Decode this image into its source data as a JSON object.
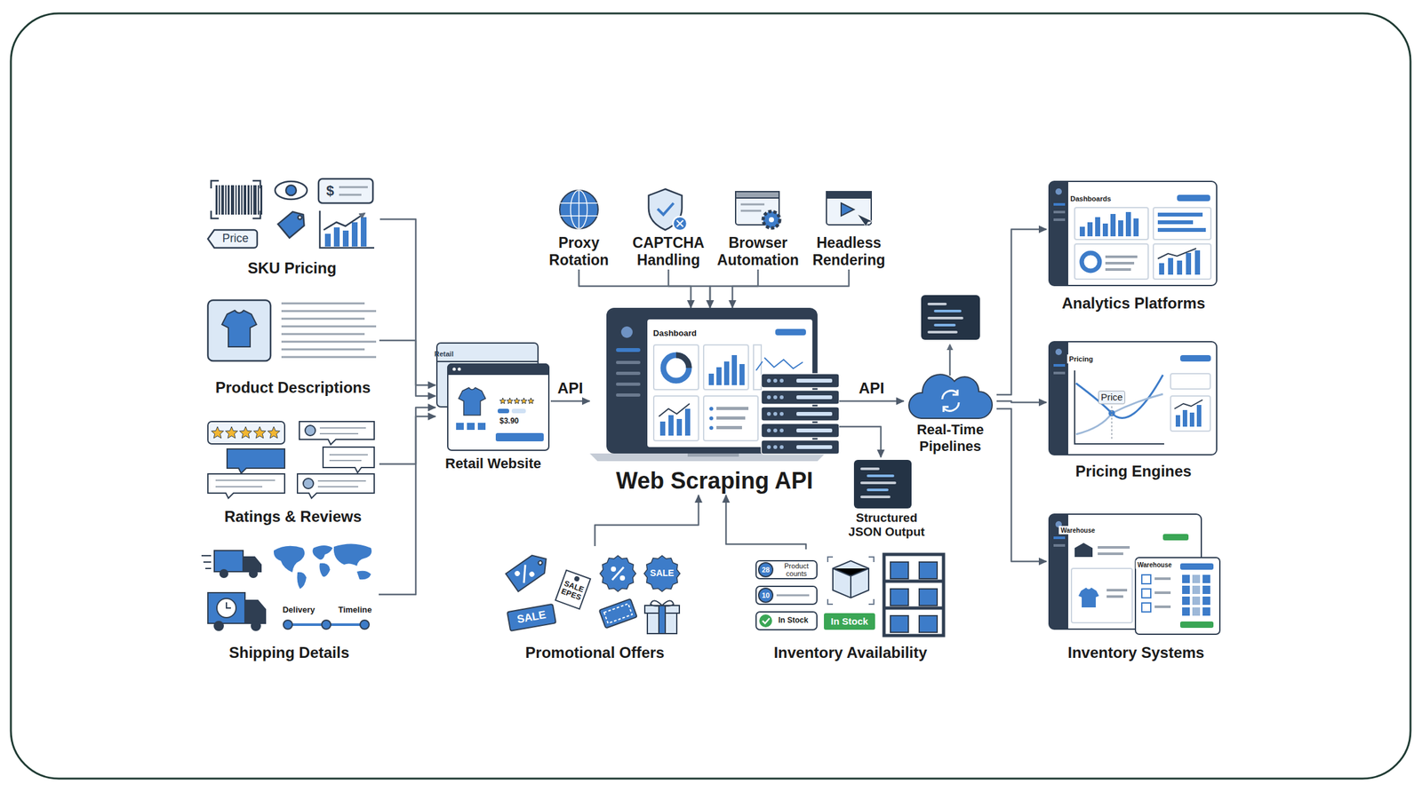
{
  "diagram": {
    "nodes": [
      {
        "text": [
          "SKU Pricing"
        ]
      },
      {
        "text": [
          "Product Descriptions"
        ]
      },
      {
        "text": [
          "Ratings & Reviews"
        ]
      },
      {
        "text": [
          "Shipping Details"
        ]
      },
      {
        "text": [
          "Retail Website"
        ]
      },
      {
        "text": [
          "Web Scraping API"
        ]
      },
      {
        "text": [
          "Proxy Rotation"
        ]
      },
      {
        "text": [
          "CAPTCHA Handling"
        ]
      },
      {
        "text": [
          "Browser Automation"
        ]
      },
      {
        "text": [
          "Headless Rendering"
        ]
      },
      {
        "text": [
          "Promotional Offers"
        ]
      },
      {
        "text": [
          "Inventory Availability"
        ]
      },
      {
        "text": [
          "Structured JSON Output"
        ]
      },
      {
        "text": [
          "Real-Time Pipelines"
        ]
      },
      {
        "text": [
          "Analytics Platforms"
        ]
      },
      {
        "text": [
          "Pricing Engines"
        ]
      },
      {
        "text": [
          "Inventory Systems"
        ]
      }
    ],
    "edges": [
      {
        "from": 0,
        "to": 4,
        "arrow": "to"
      },
      {
        "from": 1,
        "to": 4,
        "arrow": "to"
      },
      {
        "from": 2,
        "to": 4,
        "arrow": "to"
      },
      {
        "from": 3,
        "to": 4,
        "arrow": "to"
      },
      {
        "from": 4,
        "to": 5,
        "label": "API",
        "arrow": "to"
      },
      {
        "from": 6,
        "to": 5,
        "arrow": "to"
      },
      {
        "from": 7,
        "to": 5,
        "arrow": "to"
      },
      {
        "from": 8,
        "to": 5,
        "arrow": "to"
      },
      {
        "from": 9,
        "to": 5,
        "arrow": "to"
      },
      {
        "from": 10,
        "to": 5,
        "arrow": "to"
      },
      {
        "from": 11,
        "to": 5,
        "arrow": "to"
      },
      {
        "from": 5,
        "to": 12,
        "arrow": "to"
      },
      {
        "from": 5,
        "to": 13,
        "label": "API",
        "arrow": "to"
      },
      {
        "from": 13,
        "to": 14,
        "arrow": "to"
      },
      {
        "from": 13,
        "to": 15,
        "arrow": "to"
      },
      {
        "from": 13,
        "to": 16,
        "arrow": "to"
      }
    ],
    "labels": [
      "Price",
      "$",
      "Delivery",
      "Timeline",
      "Retail",
      "$3.90",
      "Dashboard",
      "SALE EPES",
      "SALE",
      "SALE",
      "28",
      "Product counts",
      "10",
      "In Stock",
      "In Stock",
      "Dashboards",
      "Pricing",
      "Price",
      "Warehouse",
      "Warehouse"
    ]
  }
}
